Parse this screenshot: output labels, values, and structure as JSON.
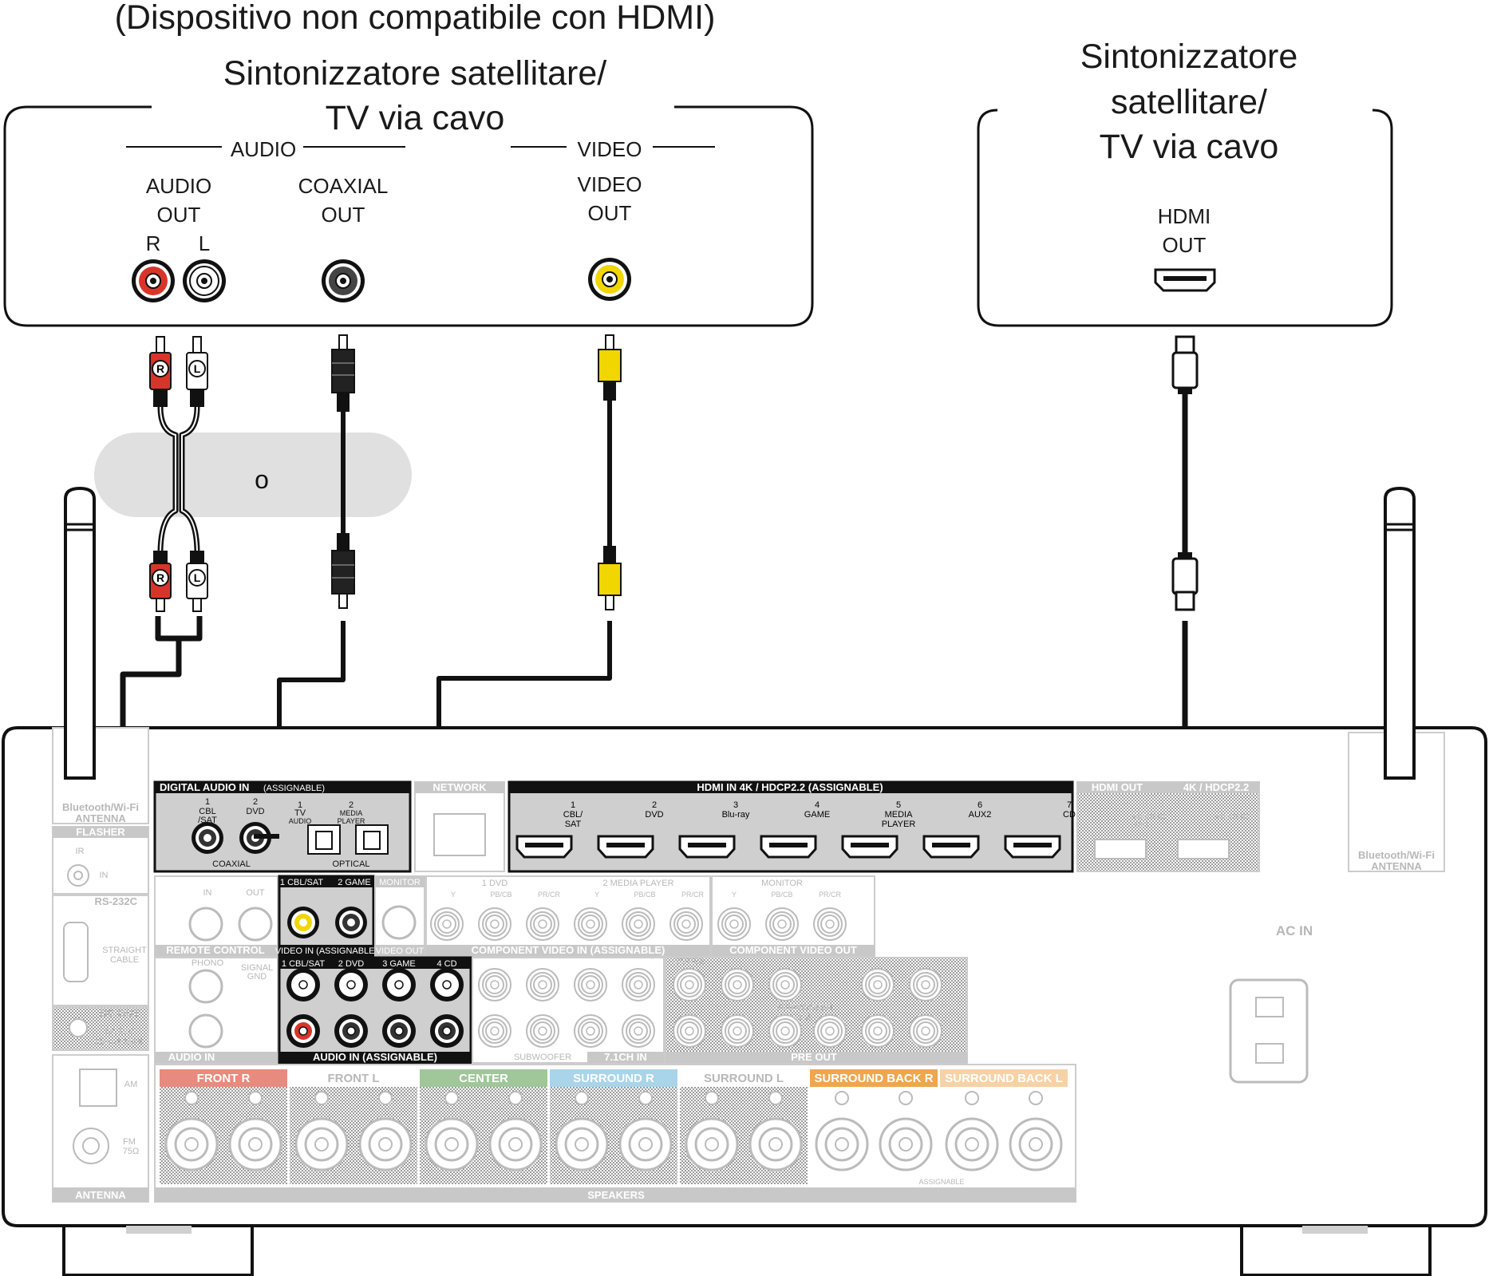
{
  "header": {
    "note": "(Dispositivo non compatibile con HDMI)",
    "device_left_line1": "Sintonizzatore satellitare/",
    "device_left_line2": "TV via cavo",
    "device_right_line1": "Sintonizzatore",
    "device_right_line2": "satellitare/",
    "device_right_line3": "TV via cavo"
  },
  "left_device": {
    "audio_group": "AUDIO",
    "video_group": "VIDEO",
    "audio_out_1": "AUDIO",
    "audio_out_2": "OUT",
    "coaxial_out_1": "COAXIAL",
    "coaxial_out_2": "OUT",
    "video_out_1": "VIDEO",
    "video_out_2": "OUT",
    "r_label": "R",
    "l_label": "L"
  },
  "right_device": {
    "hdmi_out_1": "HDMI",
    "hdmi_out_2": "OUT"
  },
  "connector_letters": {
    "r": "R",
    "l": "L"
  },
  "alternative_label": "o",
  "receiver": {
    "digital_audio_in": "DIGITAL AUDIO IN",
    "digital_assignable": "(ASSIGNABLE)",
    "coax_in_num": "1",
    "coax_in_1": "CBL",
    "coax_in_2": "/SAT",
    "coax_in2_num": "2",
    "coax_in2_1": "DVD",
    "opt1_num": "1",
    "opt1_1": "TV",
    "opt1_2": "AUDIO",
    "opt2_num": "2",
    "opt2_1": "MEDIA",
    "opt2_2": "PLAYER",
    "coaxial": "COAXIAL",
    "optical": "OPTICAL",
    "network": "NETWORK",
    "hdmi_in": "HDMI IN 4K / HDCP2.2 (ASSIGNABLE)",
    "hdmi_inputs": [
      {
        "num": "1",
        "l1": "CBL/",
        "l2": "SAT"
      },
      {
        "num": "2",
        "l1": "DVD",
        "l2": ""
      },
      {
        "num": "3",
        "l1": "Blu-ray",
        "l2": ""
      },
      {
        "num": "4",
        "l1": "GAME",
        "l2": ""
      },
      {
        "num": "5",
        "l1": "MEDIA",
        "l2": "PLAYER"
      },
      {
        "num": "6",
        "l1": "AUX2",
        "l2": ""
      },
      {
        "num": "7",
        "l1": "CD",
        "l2": ""
      }
    ],
    "hdmi_out": "HDMI OUT",
    "hdmi_out_4k": "4K / HDCP2.2",
    "monitor1": "MONITOR1",
    "arc": "ARC",
    "monitor2": "MONITOR2",
    "bt_antenna_l1": "Bluetooth/Wi-Fi",
    "bt_antenna_l2": "ANTENNA",
    "flasher": "FLASHER",
    "ir": "IR",
    "in": "IN",
    "out": "OUT",
    "rs232c": "RS-232C",
    "straight_1": "STRAIGHT",
    "straight_2": "CABLE",
    "dc_out": "DC OUT",
    "dc_1": "DC12V",
    "dc_2": "150mA MAX.",
    "remote_control": "REMOTE CONTROL",
    "video_in_1": "1 CBL/SAT",
    "video_in_2": "2 GAME",
    "monitor": "MONITOR",
    "video_in": "VIDEO IN (ASSIGNABLE)",
    "video_out": "VIDEO OUT",
    "comp1": "1 DVD",
    "comp2": "2 MEDIA PLAYER",
    "y": "Y",
    "pb": "PB/CB",
    "pr": "PR/CR",
    "component_in": "COMPONENT VIDEO IN (ASSIGNABLE)",
    "component_out": "COMPONENT VIDEO OUT",
    "phono": "PHONO",
    "signal_gnd_1": "SIGNAL",
    "signal_gnd_2": "GND",
    "audio_in_labels": [
      "1 CBL/SAT",
      "2 DVD",
      "3 GAME",
      "4 CD"
    ],
    "audio_in_assignable": "AUDIO IN (ASSIGNABLE)",
    "audio_in": "AUDIO IN",
    "front": "FRONT",
    "center": "CENTER",
    "surround": "SURROUND",
    "surround_back": "SURROUND BACK",
    "zone2": "ZONE2",
    "subwoofer": "SUBWOOFER",
    "ch71_in": "7.1CH IN",
    "pre_out": "PRE OUT",
    "sw_12": "1  2",
    "am": "AM",
    "fm_1": "FM",
    "fm_2": "75Ω",
    "antenna": "ANTENNA",
    "speakers": "SPEAKERS",
    "assignable": "ASSIGNABLE",
    "ac_in": "AC IN",
    "spk_labels": [
      "FRONT",
      "FRONT",
      "CENTER",
      "SURROUND",
      "SURROUND",
      "SURROUND BACK",
      "SURROUND BACK"
    ],
    "spk_sides": [
      "R",
      "L",
      "",
      "R",
      "L",
      "R",
      "L"
    ]
  },
  "colors": {
    "red": "#d8352a",
    "white_plug": "#ffffff",
    "yellow": "#f2d600",
    "cable": "#111111",
    "panel_grey": "#b8b8b8",
    "front_r": "#e88a7e",
    "center": "#9fc79a",
    "surround_r": "#a9d4ea",
    "surround_back": "#eea64f"
  }
}
